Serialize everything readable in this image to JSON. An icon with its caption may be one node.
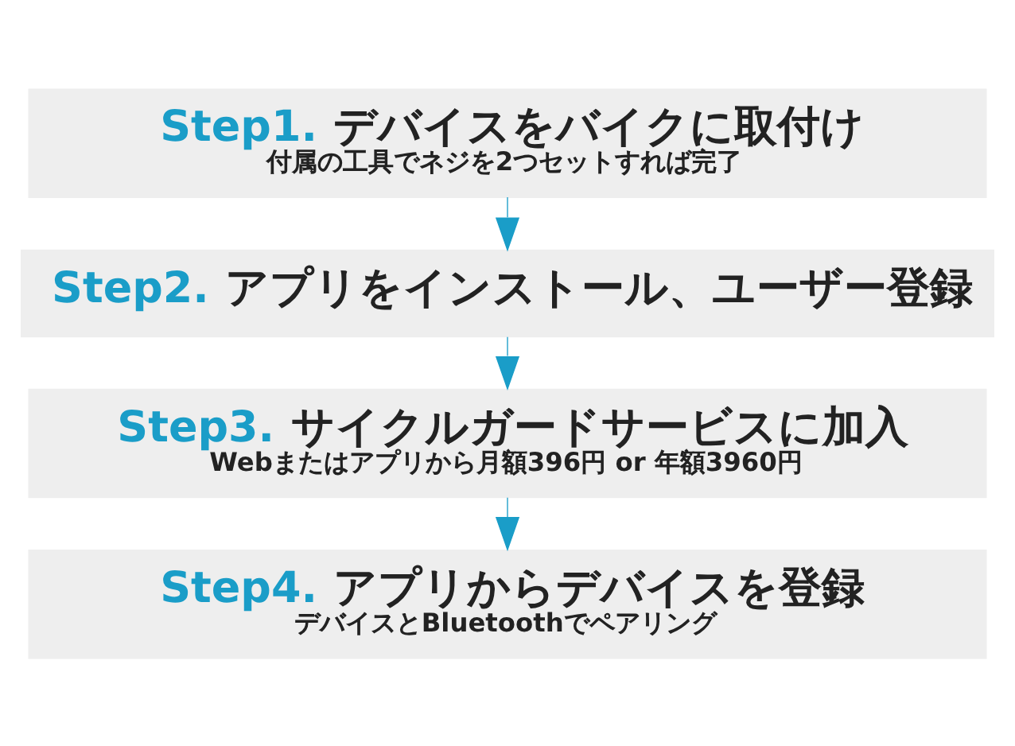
{
  "diagram": {
    "nodes": [
      {
        "text": [
          "Step1. デバイスをバイクに取付け",
          "付属の工具でネジを2つセットすれば完了"
        ]
      },
      {
        "text": [
          "Step2. アプリをインストール、ユーザー登録"
        ]
      },
      {
        "text": [
          "Step3. サイクルガードサービスに加入",
          "Webまたはアプリから月額396円 or 年額3960円"
        ]
      },
      {
        "text": [
          "Step4. アプリからデバイスを登録",
          "デバイスとBluetoothでペアリング"
        ]
      }
    ],
    "edges": [
      {
        "from": 0,
        "to": 1,
        "arrow": "to"
      },
      {
        "from": 1,
        "to": 2,
        "arrow": "to"
      },
      {
        "from": 2,
        "to": 3,
        "arrow": "to"
      }
    ]
  }
}
